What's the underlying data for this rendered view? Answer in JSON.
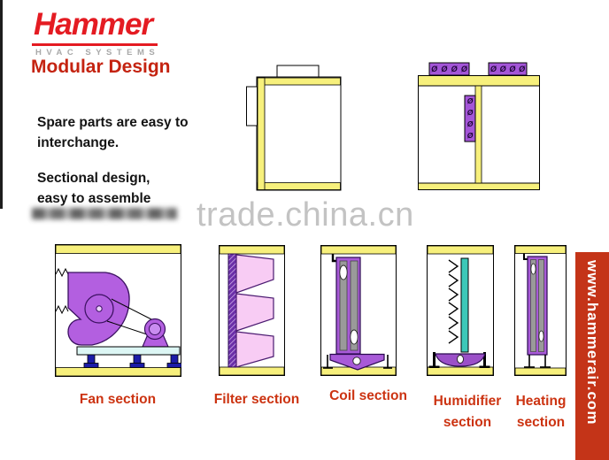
{
  "logo": {
    "brand": "Hammer",
    "tagline": "HVAC SYSTEMS"
  },
  "page": {
    "title": "Modular Design"
  },
  "bullets": {
    "spare_line1": "Spare parts are easy to",
    "spare_line2": "interchange.",
    "sectional_line1": "Sectional design,",
    "sectional_line2": "easy to assemble"
  },
  "watermark": {
    "text": "trade.china.cn"
  },
  "diagrams": {
    "fastener_symbol": "Ø"
  },
  "section_labels": {
    "fan": "Fan section",
    "filter": "Filter section",
    "coil": "Coil section",
    "humidifier_line1": "Humidifier",
    "humidifier_line2": "section",
    "heating_line1": "Heating",
    "heating_line2": "section"
  },
  "banner": {
    "url": "www.hammerair.com"
  },
  "colors": {
    "logo_red": "#e41b22",
    "title_red": "#c42310",
    "label_red": "#cc3311",
    "banner_red": "#c43418",
    "module_yellow": "#f7f07c",
    "equipment_purple": "#a85ad8",
    "filter_pink": "#f8ccf4",
    "humidifier_teal": "#3cc8b8",
    "isolator_blue": "#1c1ca8",
    "base_cyan": "#dcf6f4",
    "watermark_gray": "#c4c4c4"
  }
}
